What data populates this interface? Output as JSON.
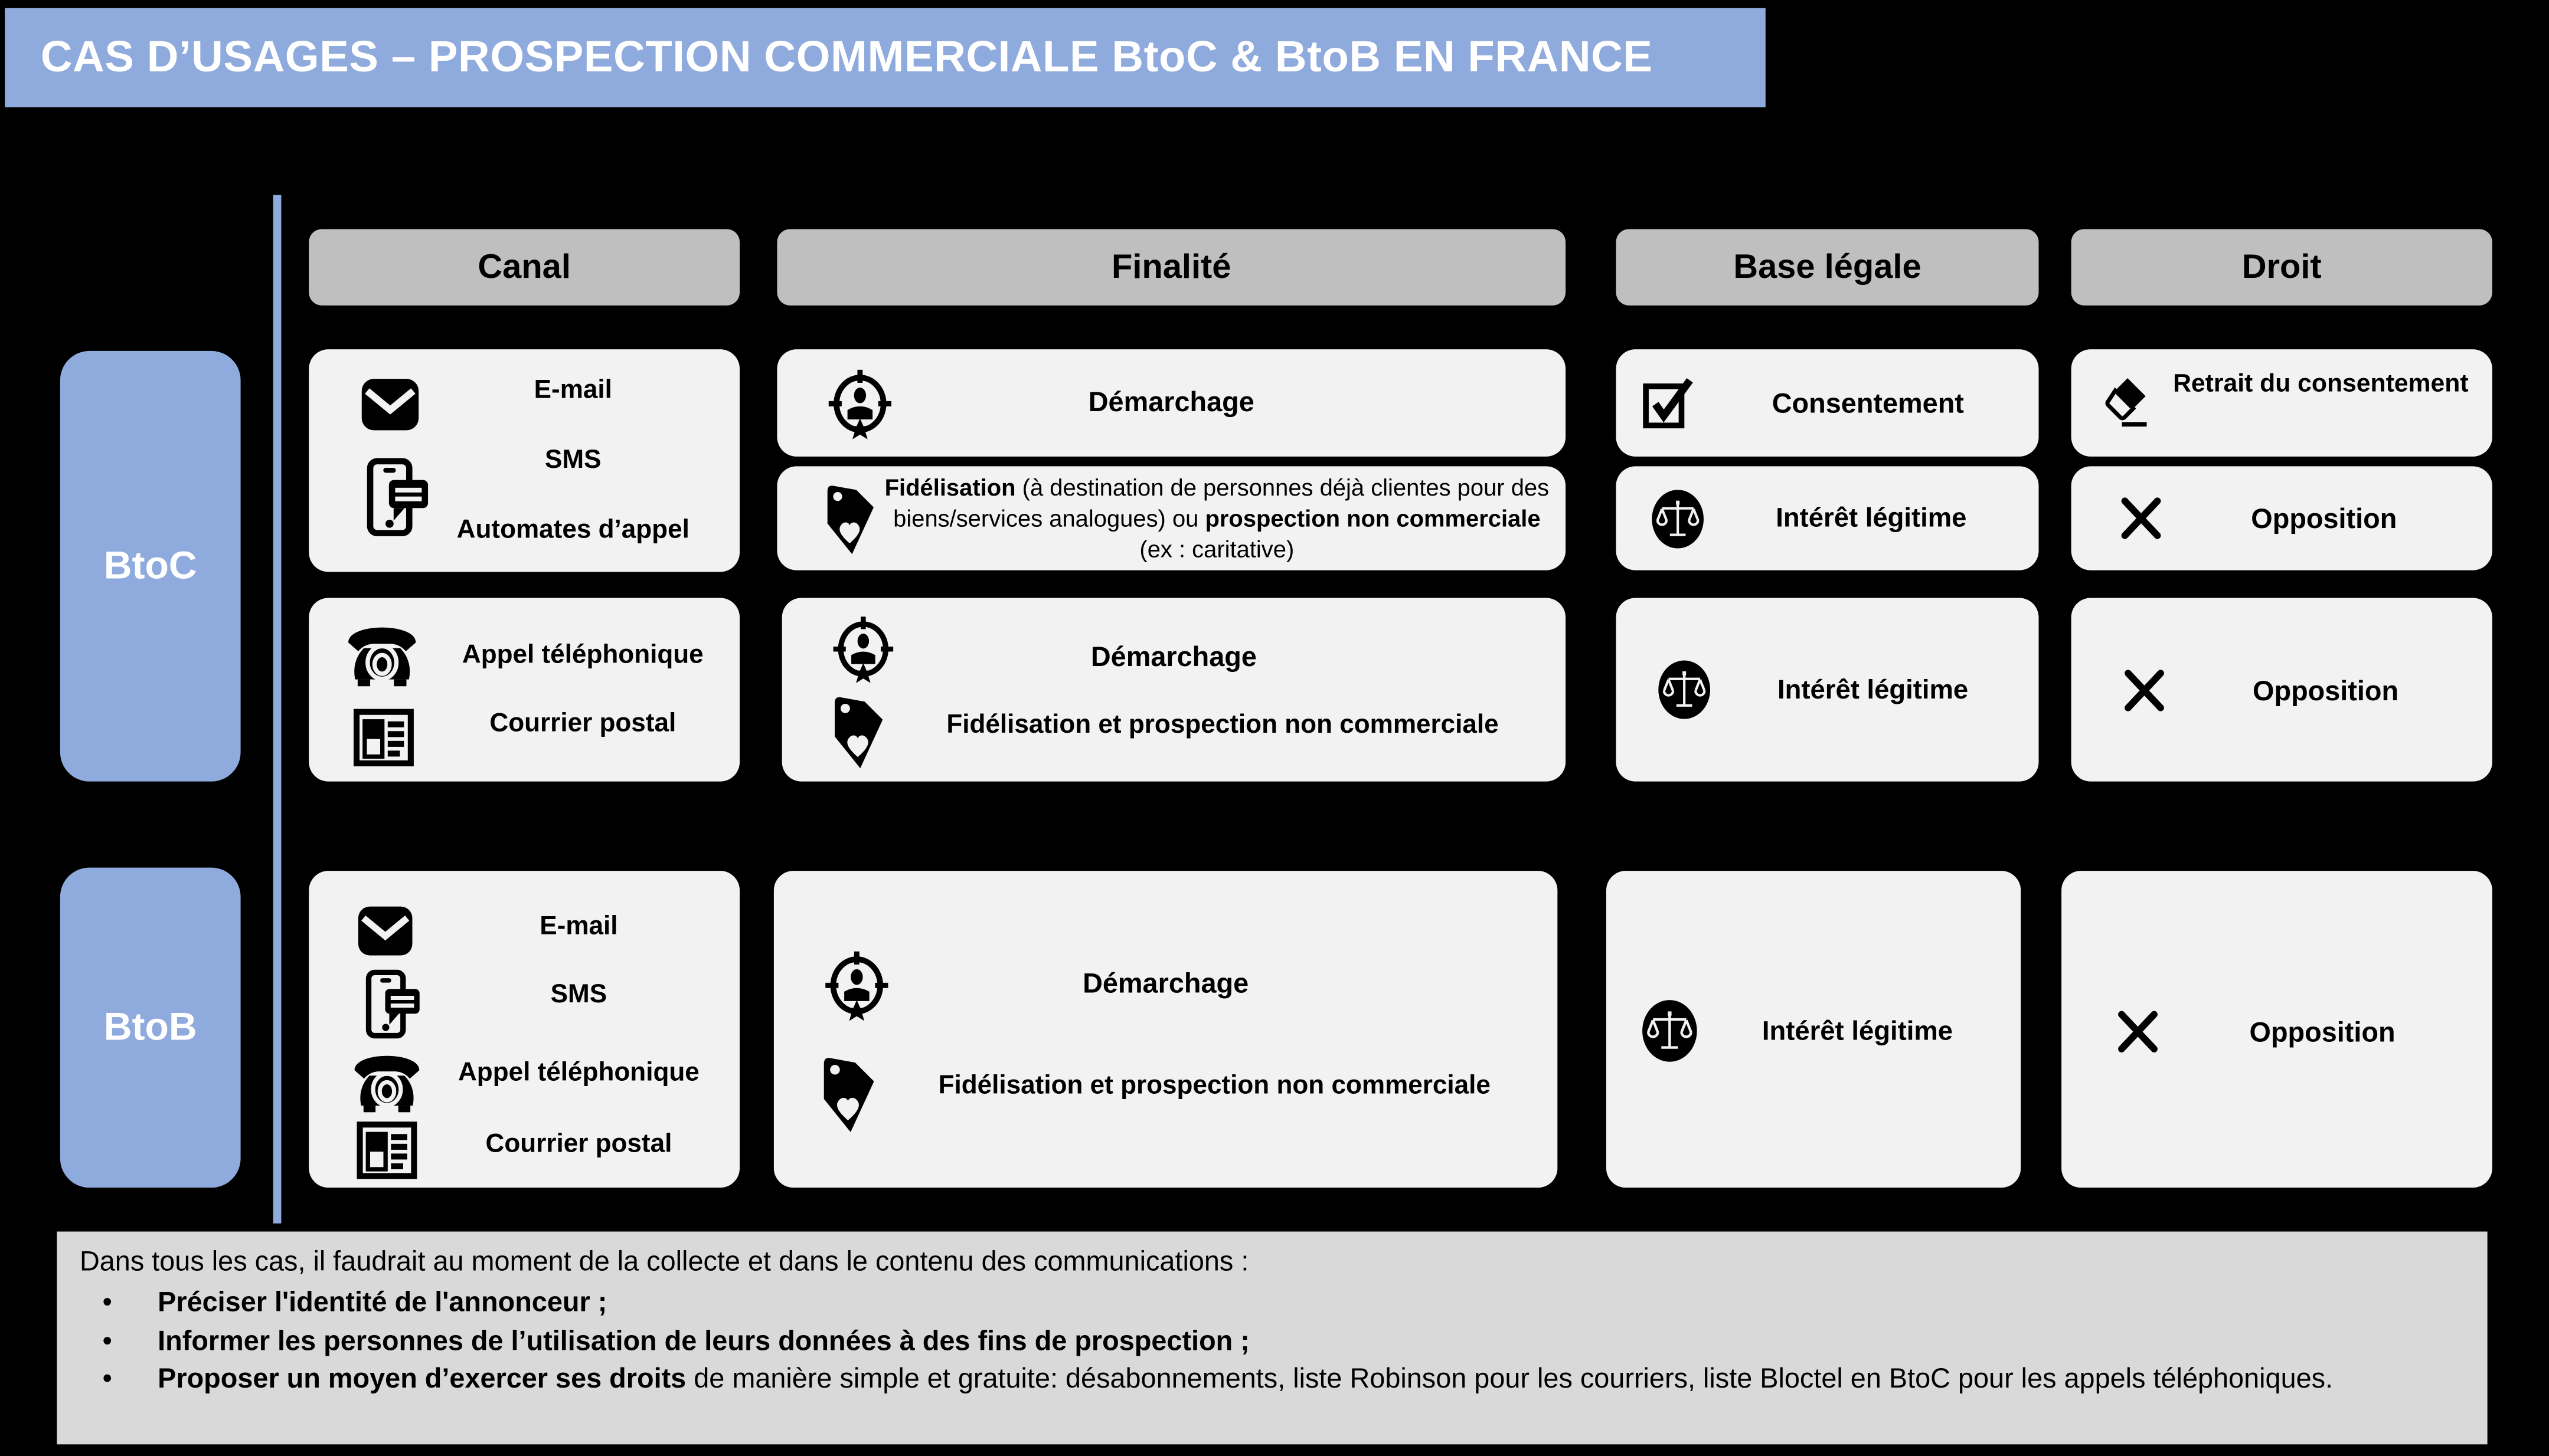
{
  "title": "CAS D’USAGES – PROSPECTION COMMERCIALE BtoC & BtoB EN FRANCE",
  "colors": {
    "accent_blue": "#8FAADC",
    "header_gray": "#BFBFBF",
    "card_gray": "#F2F2F2",
    "note_gray": "#D9D9D9",
    "background": "#000000"
  },
  "columns": {
    "canal": "Canal",
    "finalite": "Finalité",
    "base_legale": "Base légale",
    "droit": "Droit"
  },
  "rows": {
    "btoc": {
      "label": "BtoC"
    },
    "btob": {
      "label": "BtoB"
    }
  },
  "btoc1": {
    "canal": {
      "icons": [
        "envelope-icon",
        "sms-phone-icon"
      ],
      "labels": [
        "E-mail",
        "SMS",
        "Automates d’appel"
      ]
    },
    "demarchage": {
      "icon": "target-person-icon",
      "label": "Démarchage"
    },
    "fidelisation": {
      "icon": "tag-heart-icon",
      "bold1": "Fidélisation",
      "text1": " (à destination de personnes déjà clientes pour  des biens/services analogues) ou ",
      "bold2": "prospection non commerciale",
      "text2": " (ex : caritative)"
    },
    "consentement": {
      "icon": "checkbox-icon",
      "label": "Consentement"
    },
    "interet": {
      "icon": "scales-icon",
      "label": "Intérêt légitime"
    },
    "retrait": {
      "icon": "eraser-icon",
      "label": "Retrait du consentement"
    },
    "opposition": {
      "icon": "x-icon",
      "label": "Opposition"
    }
  },
  "btoc2": {
    "canal": {
      "items": [
        {
          "icon": "rotary-phone-icon",
          "label": "Appel téléphonique"
        },
        {
          "icon": "postal-mail-icon",
          "label": "Courrier postal"
        }
      ]
    },
    "finalite": {
      "items": [
        {
          "icon": "target-person-icon",
          "label": "Démarchage"
        },
        {
          "icon": "tag-heart-icon",
          "label": "Fidélisation et prospection non commerciale"
        }
      ]
    },
    "base": {
      "icon": "scales-icon",
      "label": "Intérêt légitime"
    },
    "droit": {
      "icon": "x-icon",
      "label": "Opposition"
    }
  },
  "btob": {
    "canal": {
      "items": [
        {
          "icon": "envelope-icon",
          "label": "E-mail"
        },
        {
          "icon": "sms-phone-icon",
          "label": "SMS"
        },
        {
          "icon": "rotary-phone-icon",
          "label": "Appel téléphonique"
        },
        {
          "icon": "postal-mail-icon",
          "label": "Courrier postal"
        }
      ]
    },
    "finalite": {
      "items": [
        {
          "icon": "target-person-icon",
          "label": "Démarchage"
        },
        {
          "icon": "tag-heart-icon",
          "label": "Fidélisation et prospection non commerciale"
        }
      ]
    },
    "base": {
      "icon": "scales-icon",
      "label": "Intérêt légitime"
    },
    "droit": {
      "icon": "x-icon",
      "label": "Opposition"
    }
  },
  "note": {
    "intro": "Dans tous les cas, il faudrait au moment de la collecte et dans le contenu des communications :",
    "bullets": [
      {
        "bold": "Préciser l'identité de l'annonceur ;",
        "rest": ""
      },
      {
        "bold": "Informer les personnes de l’utilisation de leurs données à des fins de prospection ;",
        "rest": ""
      },
      {
        "bold": "Proposer un moyen d’exercer ses droits",
        "rest": " de manière simple et gratuite: désabonnements, liste Robinson pour les courriers, liste Bloctel en BtoC pour les appels téléphoniques."
      }
    ]
  }
}
